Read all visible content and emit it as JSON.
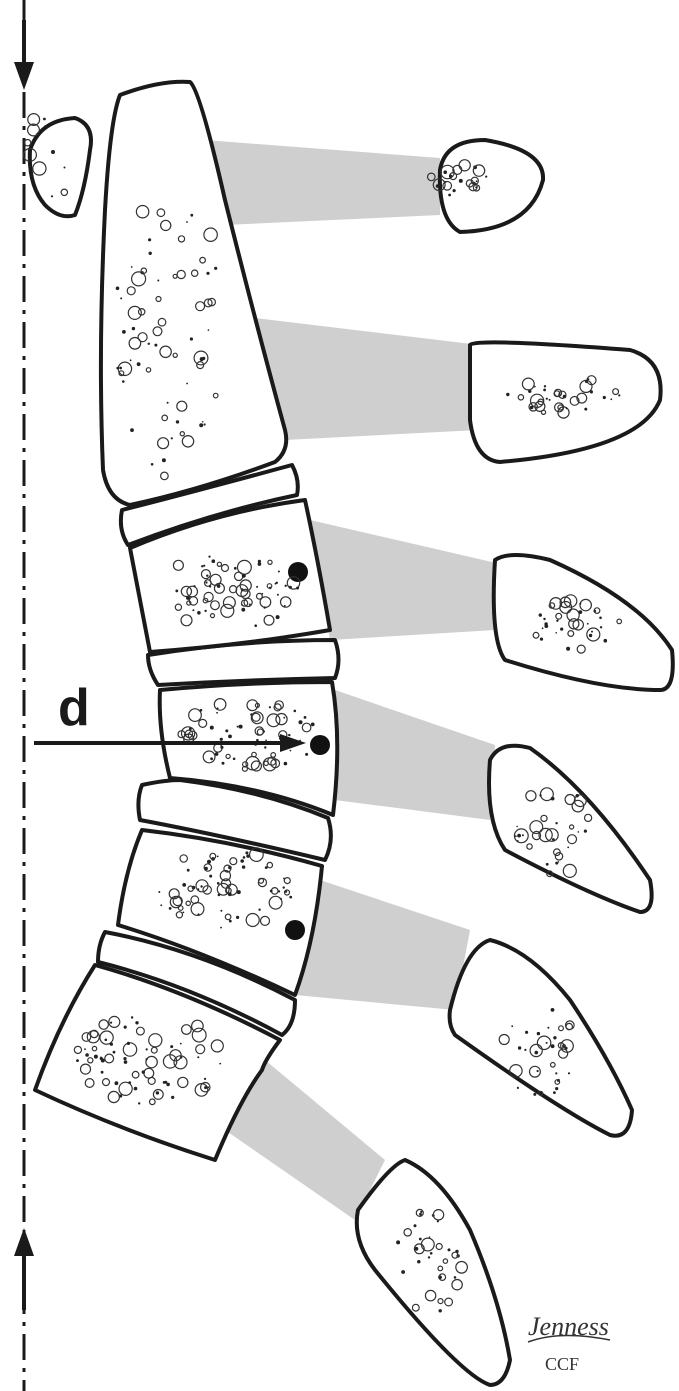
{
  "diagram": {
    "distance_label": "d",
    "signature": "Jenness",
    "signature_sub": "CCF"
  }
}
